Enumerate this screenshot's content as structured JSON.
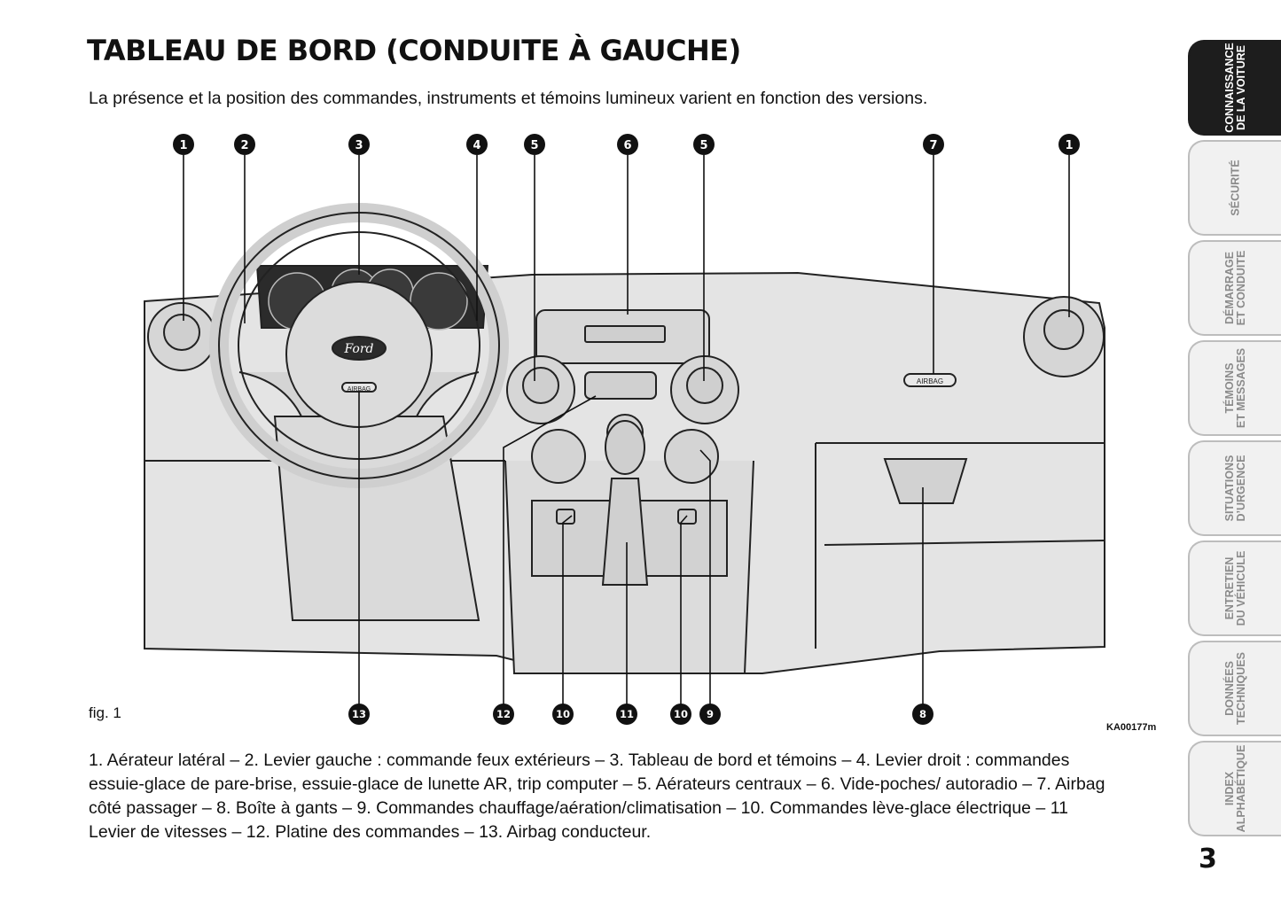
{
  "title": "TABLEAU DE BORD (CONDUITE À GAUCHE)",
  "subtitle": "La présence et la position des commandes, instruments et témoins lumineux varient en fonction des versions.",
  "figure": {
    "label": "fig. 1",
    "code": "KA00177m",
    "brand_logo_text": "Ford",
    "airbag_label": "AIRBAG",
    "callouts_top": [
      "1",
      "2",
      "3",
      "4",
      "5",
      "6",
      "5",
      "7",
      "1"
    ],
    "callouts_bottom": [
      "13",
      "12",
      "10",
      "11",
      "10",
      "9",
      "8"
    ]
  },
  "legend": "1. Aérateur latéral – 2. Levier gauche : commande feux extérieurs – 3. Tableau de bord et témoins – 4. Levier droit : commandes essuie-glace de pare-brise, essuie-glace de lunette AR, trip computer – 5. Aérateurs centraux – 6. Vide-poches/ autoradio – 7. Airbag côté passager – 8. Boîte à gants – 9. Commandes chauffage/aération/climatisation – 10. Commandes lève-glace électrique – 11 Levier de vitesses – 12. Platine des commandes – 13. Airbag conducteur.",
  "sidebar": {
    "tabs": [
      {
        "label": "CONNAISSANCE\nDE LA VOITURE",
        "active": true
      },
      {
        "label": "SÉCURITÉ",
        "active": false
      },
      {
        "label": "DÉMARRAGE\nET CONDUITE",
        "active": false
      },
      {
        "label": "TÉMOINS\nET MESSAGES",
        "active": false
      },
      {
        "label": "SITUATIONS\nD’URGENCE",
        "active": false
      },
      {
        "label": "ENTRETIEN\nDU VÉHICULE",
        "active": false
      },
      {
        "label": "DONNÉES\nTECHNIQUES",
        "active": false
      },
      {
        "label": "INDEX\nALPHABÉTIQUE",
        "active": false
      }
    ]
  },
  "page_number": "3",
  "colors": {
    "ink": "#111111",
    "panel": "#e4e4e4",
    "tab_active": "#1d1d1d",
    "tab_inactive": "#f1f1f1"
  }
}
